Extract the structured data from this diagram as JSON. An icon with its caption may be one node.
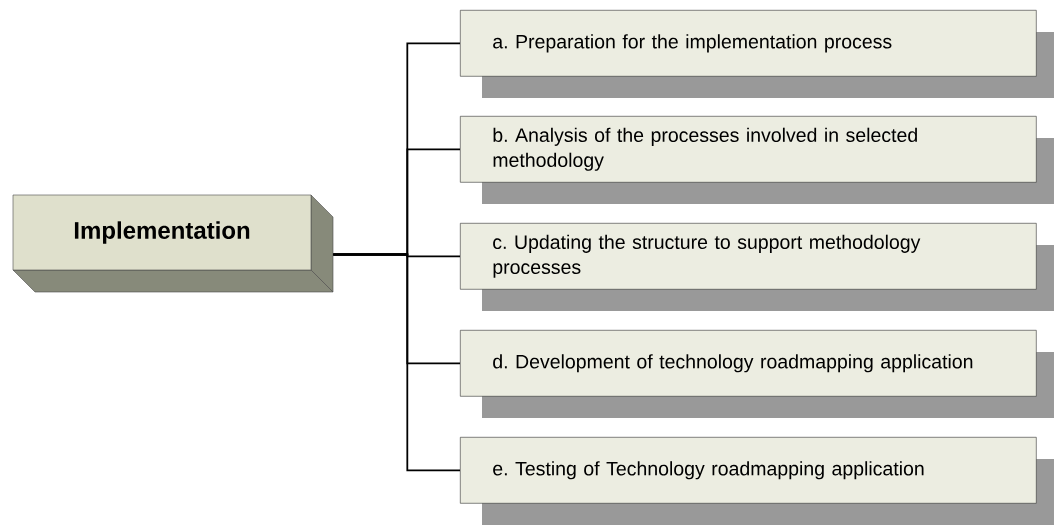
{
  "diagram": {
    "nodes": [
      {
        "text": [
          "Implementation"
        ]
      },
      {
        "text": [
          "a. Preparation for the implementation process"
        ]
      },
      {
        "text": [
          "b. Analysis of the processes involved in selected methodology"
        ]
      },
      {
        "text": [
          "c. Updating the structure to support methodology processes"
        ]
      },
      {
        "text": [
          "d. Development of technology roadmapping application"
        ]
      },
      {
        "text": [
          "e. Testing of Technology roadmapping application"
        ]
      }
    ],
    "edges": [
      {
        "from": 0,
        "to": 1,
        "arrow": "none"
      },
      {
        "from": 0,
        "to": 2,
        "arrow": "none"
      },
      {
        "from": 0,
        "to": 3,
        "arrow": "none"
      },
      {
        "from": 0,
        "to": 4,
        "arrow": "none"
      },
      {
        "from": 0,
        "to": 5,
        "arrow": "none"
      }
    ]
  }
}
